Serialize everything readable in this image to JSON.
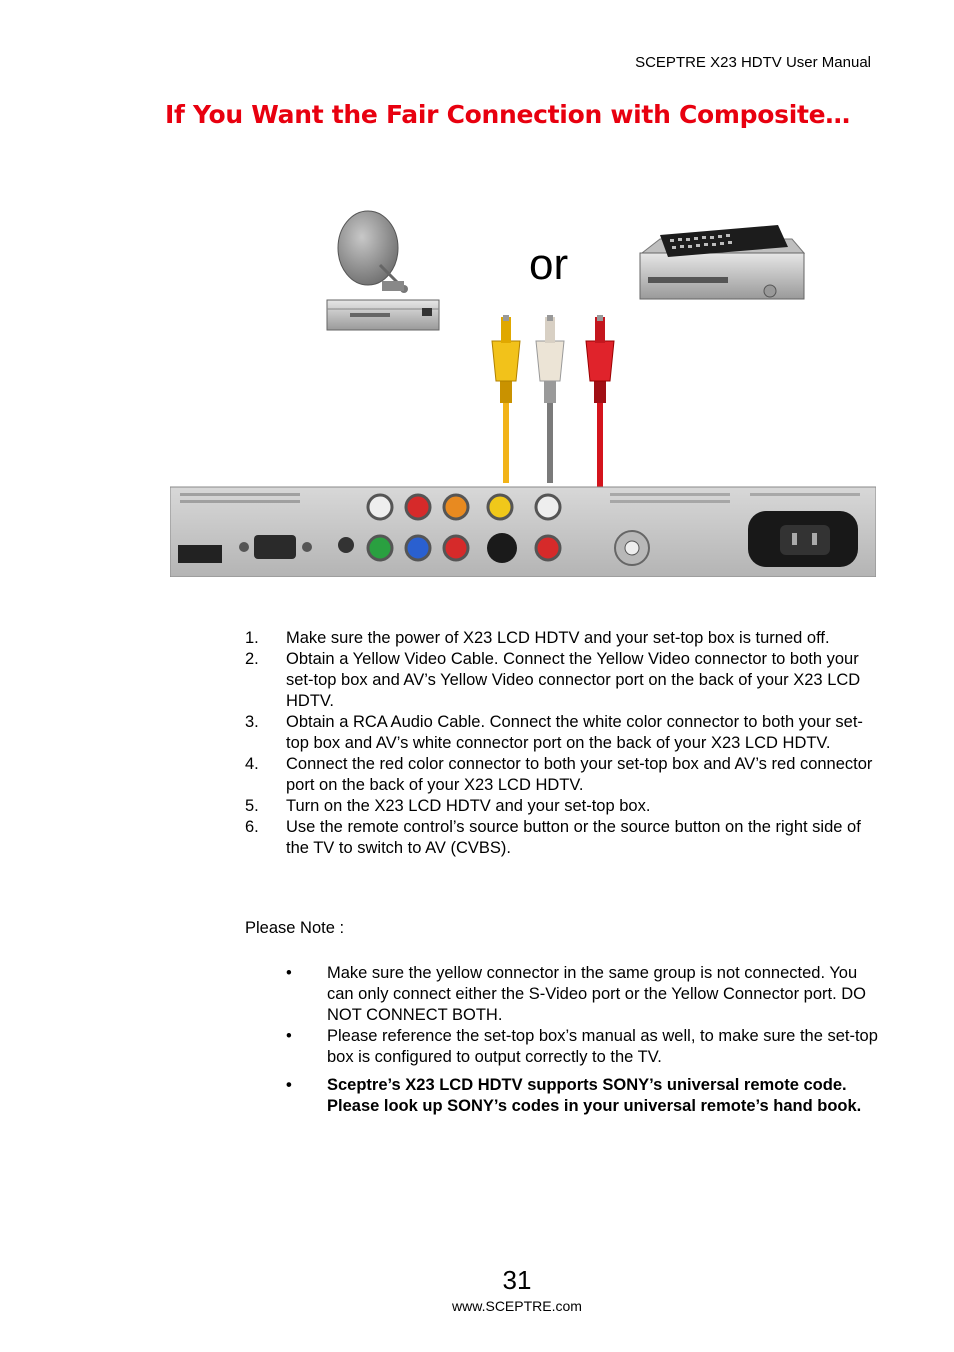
{
  "header": {
    "text": "SCEPTRE X23 HDTV User Manual"
  },
  "title": "If You Want the Fair Connection with Composite…",
  "figure": {
    "or_label": "or"
  },
  "steps": [
    {
      "num": "1.",
      "text": "Make sure the power of X23 LCD HDTV and your set-top box is turned off."
    },
    {
      "num": "2.",
      "text": "Obtain a Yellow Video Cable. Connect the Yellow Video connector to both your set-top box and AV’s Yellow Video connector port on the back of your X23 LCD HDTV."
    },
    {
      "num": "3.",
      "text": "Obtain a RCA Audio Cable.  Connect the white color connector to both your set-top box and AV’s white connector port on the back of your X23 LCD HDTV."
    },
    {
      "num": "4.",
      "text": "Connect the red color connector to both your set-top box and AV’s red connector port on the back of your X23 LCD HDTV."
    },
    {
      "num": "5.",
      "text": "Turn on the X23 LCD HDTV and your set-top box."
    },
    {
      "num": "6.",
      "text": "Use the remote control’s source button or the source button on the right side of the TV to switch to AV (CVBS)."
    }
  ],
  "note_label": "Please Note :",
  "bullets": [
    {
      "text": "Make sure the yellow connector in the same group is not connected. You can only connect either the S-Video port or the Yellow Connector port.  DO NOT CONNECT BOTH."
    },
    {
      "text": "Please reference the set-top box’s manual as well, to make sure the set-top box is configured to output correctly to the TV."
    },
    {
      "text": "Sceptre’s X23 LCD HDTV supports SONY’s universal remote code. Please look up SONY’s codes in your universal remote’s hand book."
    }
  ],
  "bullet_glyph": "•",
  "footer": {
    "page_number": "31",
    "url": "www.SCEPTRE.com"
  }
}
